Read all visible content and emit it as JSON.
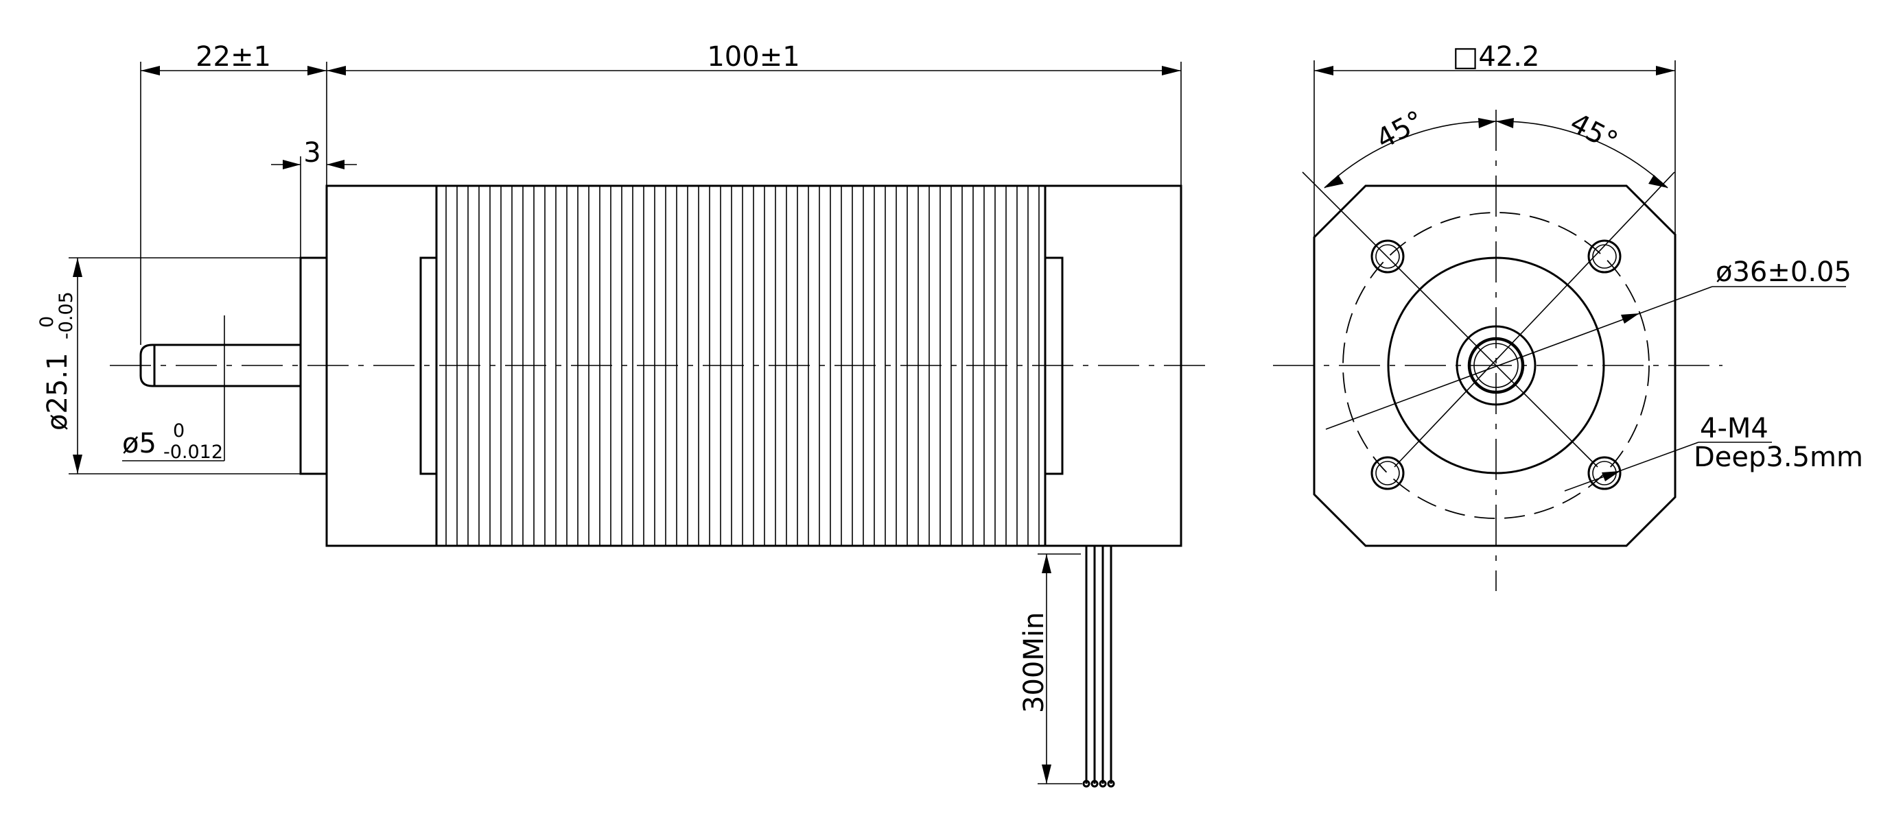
{
  "side_view": {
    "length_shaft": "22±1",
    "length_body": "100±1",
    "flange_thickness": "3",
    "pilot_diameter": "ø25.1",
    "pilot_tol_upper": "0",
    "pilot_tol_lower": "-0.05",
    "shaft_diameter": "ø5",
    "shaft_tol_upper": "0",
    "shaft_tol_lower": "-0.012",
    "lead_length": "300Min"
  },
  "front_view": {
    "flange_square": "□42.2",
    "angle_left": "45°",
    "angle_right": "45°",
    "bolt_circle": "ø36±0.05",
    "thread_spec": "4-M4",
    "thread_depth": "Deep3.5mm"
  }
}
